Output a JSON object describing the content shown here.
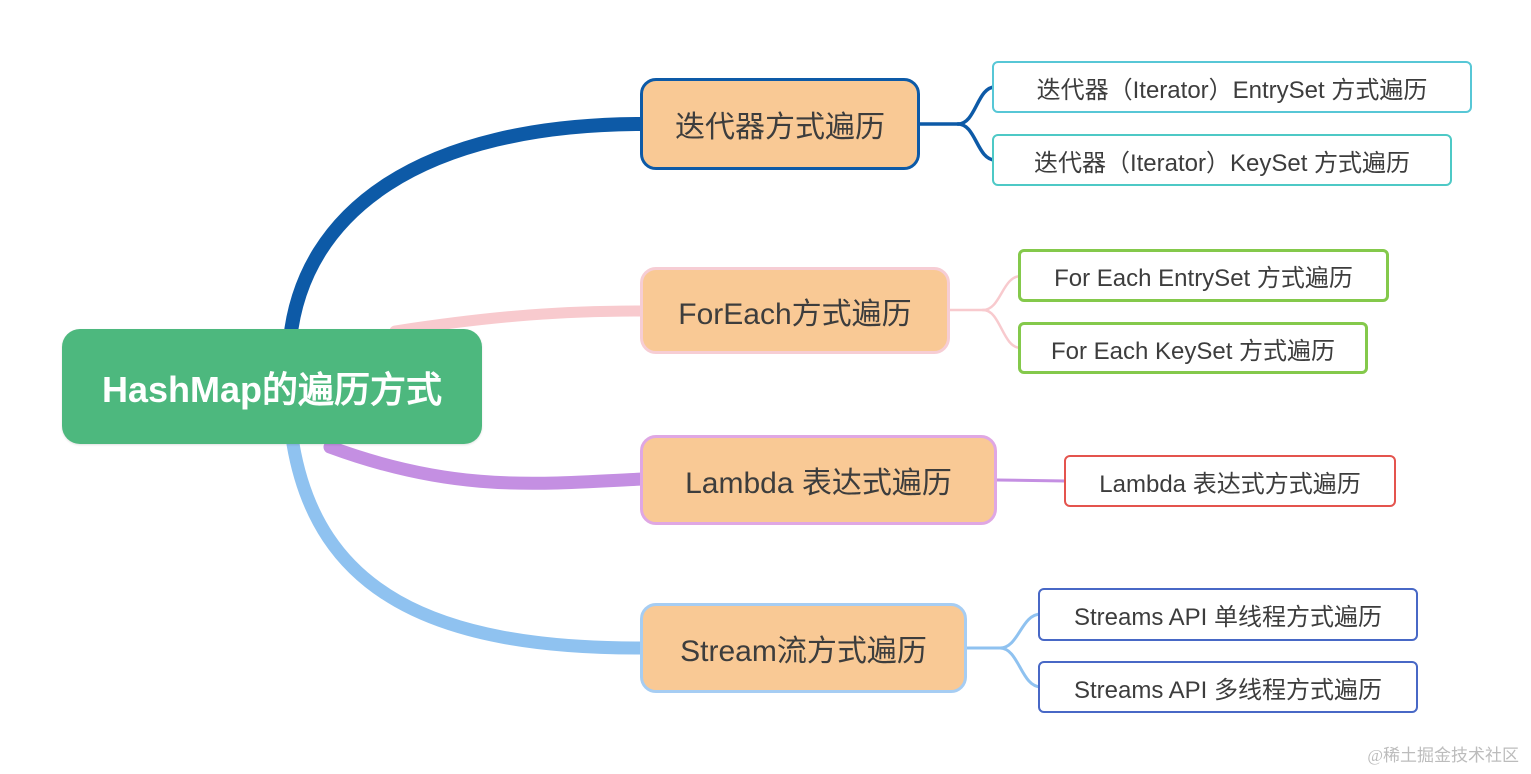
{
  "title": "HashMap的遍历方式 mind map",
  "root": {
    "label": "HashMap的遍历方式",
    "fill_color": "#4db87e",
    "text_color": "#ffffff"
  },
  "branch_fill_color": "#f9c995",
  "branches": [
    {
      "label": "迭代器方式遍历",
      "border_color": "#0d5aa7",
      "curve_color": "#0d5aa7",
      "children": [
        {
          "label": "迭代器（Iterator）EntrySet 方式遍历",
          "border_color": "#57c7d6"
        },
        {
          "label": "迭代器（Iterator）KeySet 方式遍历",
          "border_color": "#4ec9c6"
        }
      ]
    },
    {
      "label": "ForEach方式遍历",
      "border_color": "#f6cdd4",
      "curve_color": "#f8cace",
      "children": [
        {
          "label": "For Each EntrySet 方式遍历",
          "border_color": "#84c94b"
        },
        {
          "label": "For Each KeySet 方式遍历",
          "border_color": "#84c94b"
        }
      ]
    },
    {
      "label": "Lambda 表达式遍历",
      "border_color": "#dfa7e3",
      "curve_color": "#c48fe2",
      "children": [
        {
          "label": "Lambda 表达式方式遍历",
          "border_color": "#e4544e"
        }
      ]
    },
    {
      "label": "Stream流方式遍历",
      "border_color": "#a6cdf3",
      "curve_color": "#8fc2f0",
      "children": [
        {
          "label": "Streams API 单线程方式遍历",
          "border_color": "#4868c6"
        },
        {
          "label": "Streams API 多线程方式遍历",
          "border_color": "#4868c6"
        }
      ]
    }
  ],
  "watermark": "@稀土掘金技术社区"
}
